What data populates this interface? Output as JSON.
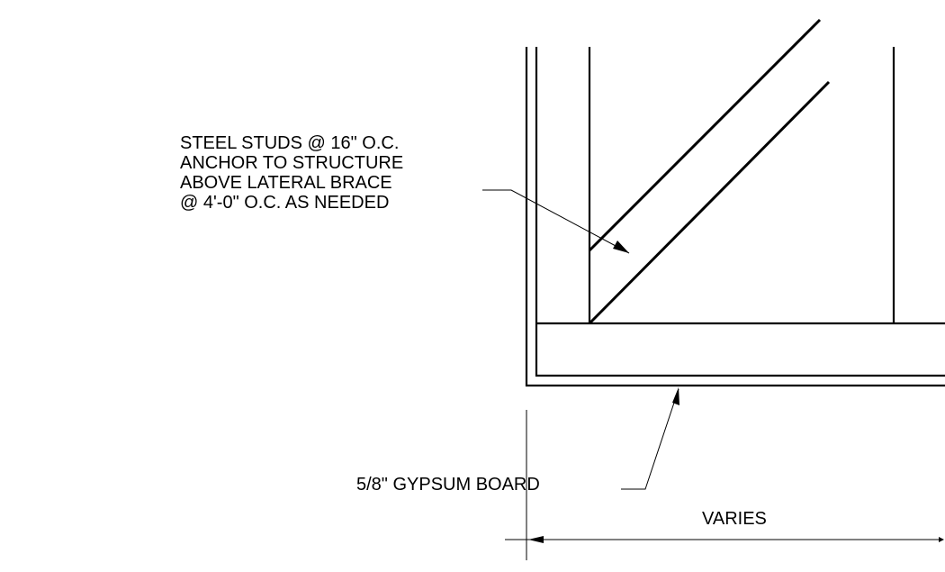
{
  "colors": {
    "linework": "#000000",
    "background": "#ffffff"
  },
  "annotations": {
    "studs_note": {
      "line1": "STEEL STUDS @ 16\" O.C.",
      "line2": "ANCHOR TO STRUCTURE",
      "line3": "ABOVE LATERAL BRACE",
      "line4": "@ 4'-0\" O.C. AS NEEDED"
    },
    "gypsum_note": "5/8\" GYPSUM BOARD",
    "dimension_label": "VARIES"
  }
}
